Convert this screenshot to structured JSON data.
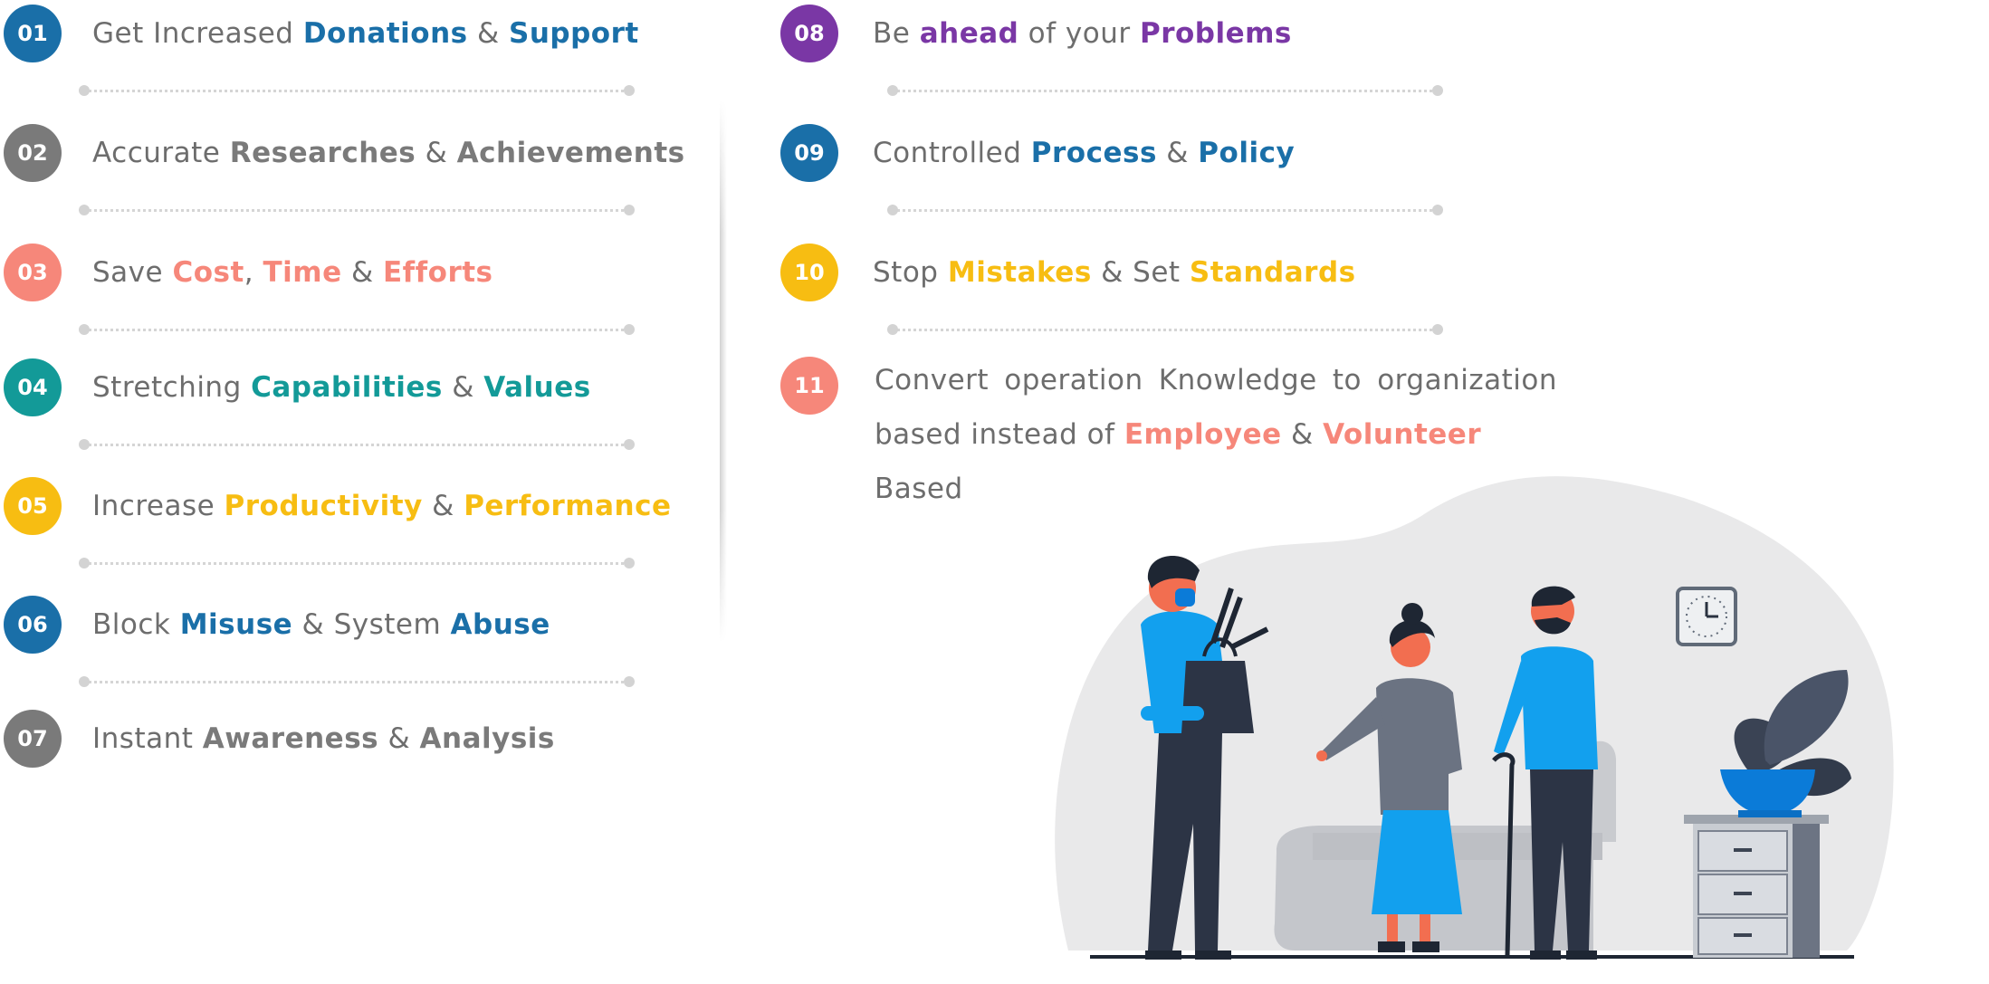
{
  "colors": {
    "blue": "#1a6fa8",
    "gray": "#7a7a7a",
    "salmon": "#f6877a",
    "teal": "#139a98",
    "yellow": "#f7bd12",
    "purple": "#7a37a5",
    "text": "#6d6d6d"
  },
  "left_items": [
    {
      "number": "01",
      "badge_color": "#1a6fa8",
      "accent": "#1a6fa8",
      "parts": [
        {
          "t": "Get Increased "
        },
        {
          "t": "Donations",
          "b": true
        },
        {
          "t": " & "
        },
        {
          "t": "Support",
          "b": true
        }
      ]
    },
    {
      "number": "02",
      "badge_color": "#7a7a7a",
      "accent": "#7a7a7a",
      "parts": [
        {
          "t": "Accurate "
        },
        {
          "t": "Researches",
          "b": true
        },
        {
          "t": " & "
        },
        {
          "t": "Achievements",
          "b": true
        }
      ]
    },
    {
      "number": "03",
      "badge_color": "#f6877a",
      "accent": "#f6877a",
      "parts": [
        {
          "t": "Save "
        },
        {
          "t": "Cost",
          "b": true
        },
        {
          "t": ", "
        },
        {
          "t": "Time",
          "b": true
        },
        {
          "t": " & "
        },
        {
          "t": "Efforts",
          "b": true
        }
      ]
    },
    {
      "number": "04",
      "badge_color": "#139a98",
      "accent": "#139a98",
      "parts": [
        {
          "t": "Stretching "
        },
        {
          "t": "Capabilities",
          "b": true
        },
        {
          "t": " & "
        },
        {
          "t": "Values",
          "b": true
        }
      ]
    },
    {
      "number": "05",
      "badge_color": "#f7bd12",
      "accent": "#f7bd12",
      "parts": [
        {
          "t": "Increase "
        },
        {
          "t": "Productivity",
          "b": true
        },
        {
          "t": " & "
        },
        {
          "t": "Performance",
          "b": true
        }
      ]
    },
    {
      "number": "06",
      "badge_color": "#1a6fa8",
      "accent": "#1a6fa8",
      "parts": [
        {
          "t": "Block "
        },
        {
          "t": "Misuse",
          "b": true
        },
        {
          "t": " & System "
        },
        {
          "t": "Abuse",
          "b": true
        }
      ]
    },
    {
      "number": "07",
      "badge_color": "#7a7a7a",
      "accent": "#7a7a7a",
      "parts": [
        {
          "t": "Instant "
        },
        {
          "t": "Awareness",
          "b": true
        },
        {
          "t": " & "
        },
        {
          "t": "Analysis",
          "b": true
        }
      ]
    }
  ],
  "right_items": [
    {
      "number": "08",
      "badge_color": "#7a37a5",
      "accent": "#7a37a5",
      "parts": [
        {
          "t": "Be "
        },
        {
          "t": "ahead",
          "b": true
        },
        {
          "t": " of your "
        },
        {
          "t": "Problems",
          "b": true
        }
      ]
    },
    {
      "number": "09",
      "badge_color": "#1a6fa8",
      "accent": "#1a6fa8",
      "parts": [
        {
          "t": "Controlled "
        },
        {
          "t": "Process",
          "b": true
        },
        {
          "t": " & "
        },
        {
          "t": "Policy",
          "b": true
        }
      ]
    },
    {
      "number": "10",
      "badge_color": "#f7bd12",
      "accent": "#f7bd12",
      "parts": [
        {
          "t": "Stop "
        },
        {
          "t": "Mistakes",
          "b": true
        },
        {
          "t": " & Set "
        },
        {
          "t": "Standards",
          "b": true
        }
      ]
    }
  ],
  "item11": {
    "number": "11",
    "badge_color": "#f6877a",
    "accent": "#f6877a",
    "line1_words": [
      "Convert",
      "operation",
      "Knowledge",
      "to",
      "organization"
    ],
    "line2_parts": [
      {
        "t": "based instead of "
      },
      {
        "t": "Employee",
        "b": true
      },
      {
        "t": " & "
      },
      {
        "t": "Volunteer",
        "b": true
      },
      {
        "t": " Based"
      }
    ]
  },
  "illustration": {
    "icon": "volunteers-helping-elderly-illustration"
  }
}
